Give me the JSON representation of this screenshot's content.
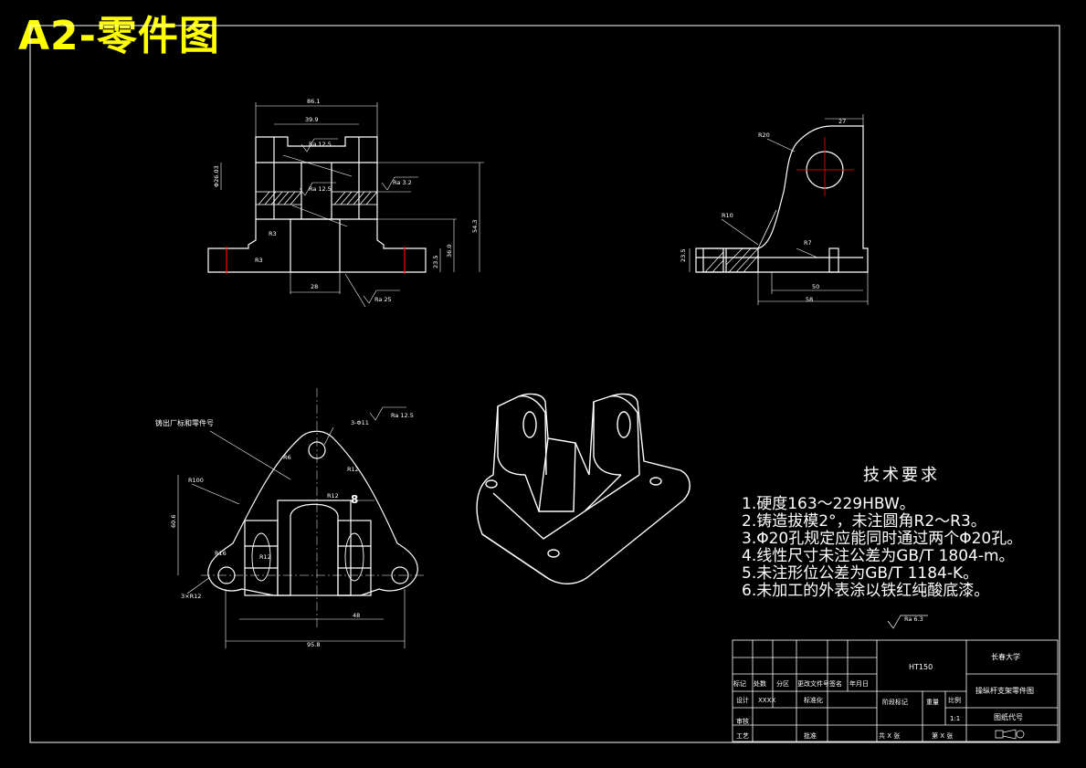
{
  "title": "A2-零件图",
  "view_front": {
    "dims": [
      "86.1",
      "39.9",
      "Ra 12.5",
      "Ra 12.5",
      "Ra 3.2",
      "Ra 25",
      "Φ26.03",
      "R3",
      "R3",
      "28",
      "36.0",
      "54.3",
      "23.5"
    ]
  },
  "view_side": {
    "dims": [
      "27",
      "R20",
      "R10",
      "R7",
      "50",
      "58",
      "23.5"
    ]
  },
  "view_top": {
    "dims": [
      "3-Φ11",
      "Ra 12.5",
      "R6",
      "R12",
      "R12",
      "8",
      "R100",
      "R12",
      "R16",
      "3×R12",
      "60.6",
      "48",
      "95.8"
    ],
    "note": "铸出厂标和零件号"
  },
  "tech_requirements": {
    "heading": "技术要求",
    "items": [
      "1.硬度163～229HBW。",
      "2.铸造拔模2°，未注圆角R2～R3。",
      "3.Φ20孔规定应能同时通过两个Φ20孔。",
      "4.线性尺寸未注公差为GB/T 1804-m。",
      "5.未注形位公差为GB/T 1184-K。",
      "6.未加工的外表涂以铁红纯酸底漆。"
    ],
    "surface_mark": "Ra 6.3"
  },
  "title_block": {
    "material": "HT150",
    "school": "长春大学",
    "drawing_name": "操纵杆支架零件图",
    "drawing_code": "图纸代号",
    "row_labels": [
      "标记",
      "处数",
      "分区",
      "更改文件号",
      "签名",
      "年月日"
    ],
    "designer_label": "设计",
    "designer_value": "XXXX",
    "standard_label": "标准化",
    "reviewer_label": "审核",
    "process_label": "工艺",
    "approve_label": "批准",
    "stage_label": "阶段标记",
    "weight_label": "重量",
    "scale_label": "比例",
    "scale_value": "1:1",
    "sheets_total": "共 X 张",
    "sheet_no": "第 X 张"
  },
  "colors": {
    "background": "#000000",
    "lines": "#ffffff",
    "title": "#ffff00",
    "center_lines": "#ff0000"
  }
}
